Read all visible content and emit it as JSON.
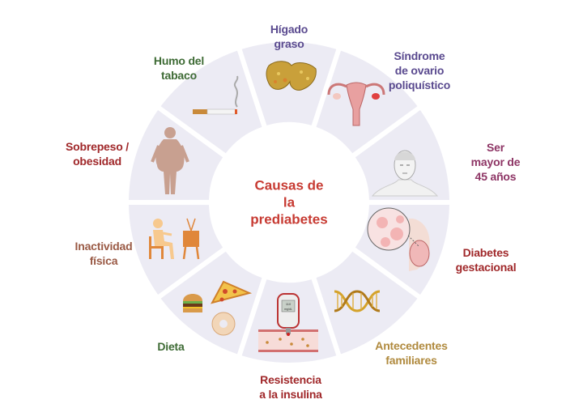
{
  "title": [
    "Causas de",
    "la",
    "prediabetes"
  ],
  "colors": {
    "segment_fill": "#ecebf4",
    "center": "#c73a32",
    "purple": "#5a4a8f",
    "green": "#3e6b35",
    "dark_red": "#a0282a",
    "magenta": "#8e3565",
    "brown": "#9a5a45",
    "gold": "#b08a3e"
  },
  "causes": [
    {
      "lines": [
        "Hígado",
        "graso"
      ],
      "icon": "liver-icon",
      "color": "#5a4a8f"
    },
    {
      "lines": [
        "Síndrome",
        "de ovario",
        "poliquístico"
      ],
      "icon": "uterus-ovaries-icon",
      "color": "#5a4a8f"
    },
    {
      "lines": [
        "Ser",
        "mayor de",
        "45 años"
      ],
      "icon": "older-man-face-icon",
      "color": "#8e3565"
    },
    {
      "lines": [
        "Diabetes",
        "gestacional"
      ],
      "icon": "pregnancy-cells-icon",
      "color": "#a0282a"
    },
    {
      "lines": [
        "Antecedentes",
        "familiares"
      ],
      "icon": "dna-icon",
      "color": "#b08a3e"
    },
    {
      "lines": [
        "Resistencia",
        "a la insulina"
      ],
      "icon": "glucose-meter-icon",
      "color": "#a0282a"
    },
    {
      "lines": [
        "Dieta"
      ],
      "icon": "junk-food-icon",
      "color": "#3e6b35"
    },
    {
      "lines": [
        "Inactividad",
        "física"
      ],
      "icon": "person-watching-tv-icon",
      "color": "#9a5a45"
    },
    {
      "lines": [
        "Sobrepeso /",
        "obesidad"
      ],
      "icon": "obese-person-icon",
      "color": "#a0282a"
    },
    {
      "lines": [
        "Humo del",
        "tabaco"
      ],
      "icon": "cigarette-icon",
      "color": "#3e6b35"
    }
  ],
  "meter_screen": [
    "110",
    "mg/dL"
  ]
}
